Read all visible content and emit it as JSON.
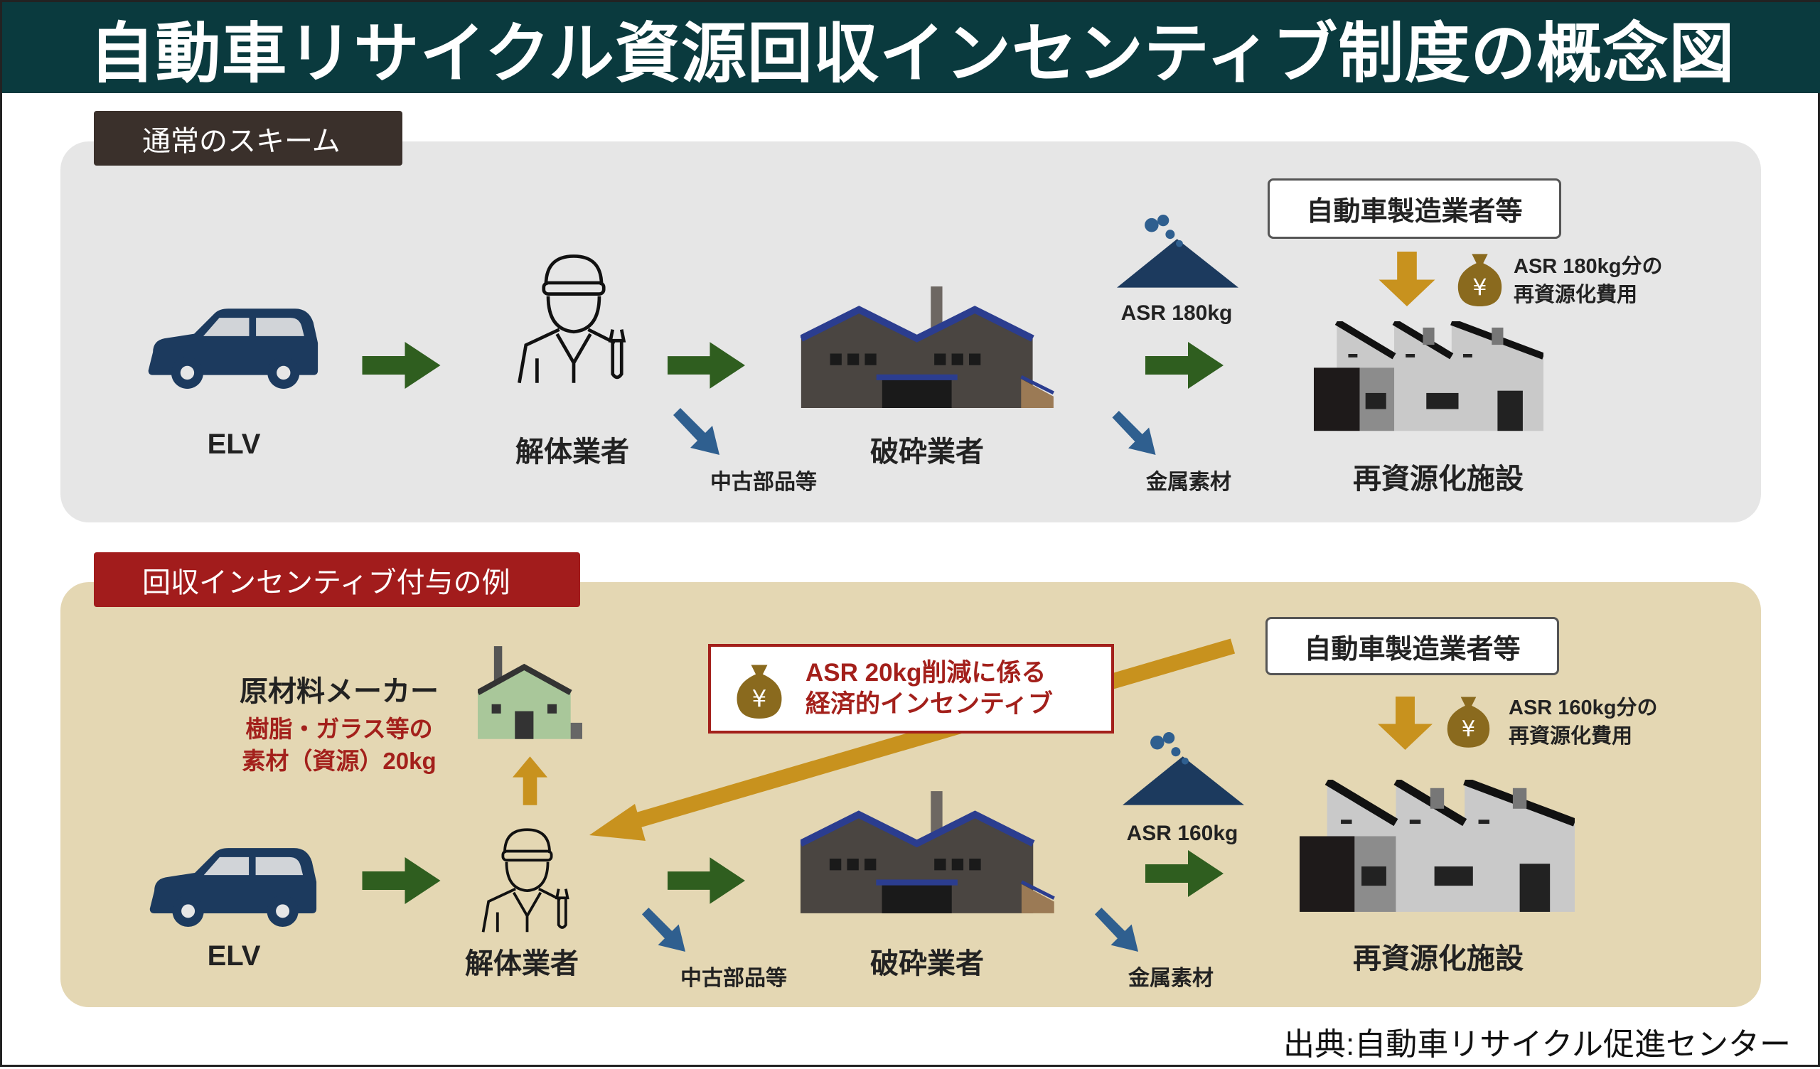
{
  "title": "自動車リサイクル資源回収インセンティブ制度の概念図",
  "colors": {
    "title_bg": "#0a3a3e",
    "normal_tag": "#3a302b",
    "incentive_tag": "#a21c1c",
    "green_arrow": "#2f5e1f",
    "blue_arrow": "#2f5f8f",
    "gold": "#c8921e"
  },
  "normal": {
    "tag": "通常のスキーム",
    "elv": "ELV",
    "dismantler": "解体業者",
    "used_parts": "中古部品等",
    "shredder": "破砕業者",
    "asr": "ASR 180kg",
    "metal": "金属素材",
    "manufacturer": "自動車製造業者等",
    "cost_line1": "ASR 180kg分の",
    "cost_line2": "再資源化費用",
    "facility": "再資源化施設"
  },
  "incentive": {
    "tag": "回収インセンティブ付与の例",
    "material_maker": "原材料メーカー",
    "material_line1": "樹脂・ガラス等の",
    "material_line2": "素材（資源）20kg",
    "incentive_line1": "ASR 20kg削減に係る",
    "incentive_line2": "経済的インセンティブ",
    "elv": "ELV",
    "dismantler": "解体業者",
    "used_parts": "中古部品等",
    "shredder": "破砕業者",
    "asr": "ASR 160kg",
    "metal": "金属素材",
    "manufacturer": "自動車製造業者等",
    "cost_line1": "ASR 160kg分の",
    "cost_line2": "再資源化費用",
    "facility": "再資源化施設"
  },
  "source": "出典:自動車リサイクル促進センター"
}
